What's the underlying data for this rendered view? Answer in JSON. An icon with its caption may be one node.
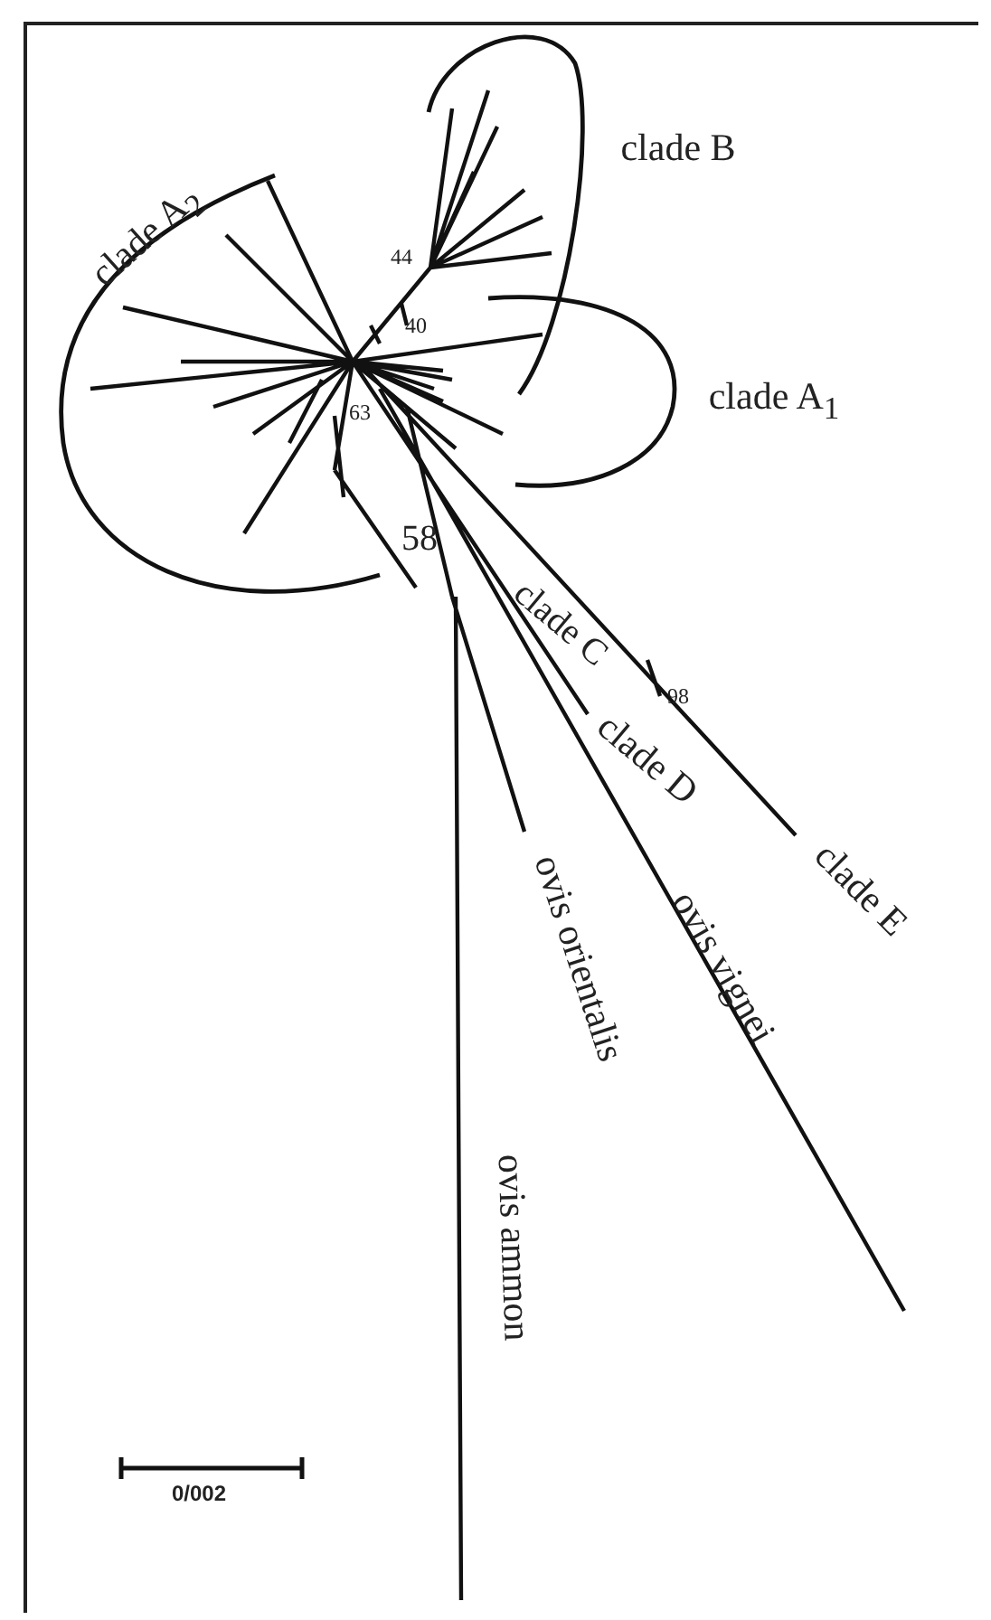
{
  "diagram": {
    "labels": [
      "clade B",
      "clade A$_{2}$",
      "44",
      "40",
      "clade A$_{1}$",
      "63",
      "58",
      "clade C",
      "98",
      "clade D",
      "clade E",
      "ovis orientalis",
      "ovis vignei",
      "ovis ammon",
      "0/002"
    ]
  }
}
